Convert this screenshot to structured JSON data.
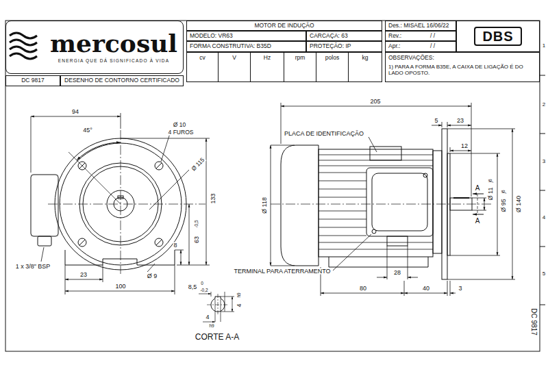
{
  "diagram": {
    "nodes": [
      {
        "text": [
          "mercosul",
          "ENERGIA QUE DÁ SIGNIFICADO À VIDA"
        ]
      },
      {
        "text": [
          "MOTOR DE INDUÇÃO"
        ]
      },
      {
        "text": [
          "MODELO: VR63"
        ]
      },
      {
        "text": [
          "CARCAÇA: 63"
        ]
      },
      {
        "text": [
          "FORMA CONSTRUTIVA: B35D"
        ]
      },
      {
        "text": [
          "PROTEÇÃO: IP"
        ]
      },
      {
        "text": [
          "cv"
        ]
      },
      {
        "text": [
          "V"
        ]
      },
      {
        "text": [
          "Hz"
        ]
      },
      {
        "text": [
          "rpm"
        ]
      },
      {
        "text": [
          "polos"
        ]
      },
      {
        "text": [
          "kg"
        ]
      },
      {
        "text": [
          "Des.: MISAEL 16/06/22"
        ]
      },
      {
        "text": [
          "Rev.:",
          "/ /"
        ]
      },
      {
        "text": [
          "Apr.:",
          "/ /"
        ]
      },
      {
        "text": [
          "DBS"
        ]
      },
      {
        "text": [
          "OBSERVAÇÕES:",
          "1) PARA A FORMA B35E, A CAIXA DE LIGAÇÃO É DO LADO OPOSTO."
        ]
      },
      {
        "text": [
          "DC 9817"
        ]
      },
      {
        "text": [
          "DESENHO DE CONTORNO CERTIFICADO"
        ]
      }
    ],
    "labels": [
      "94",
      "45°",
      "Ø 10",
      "4 FUROS",
      "Ø 115",
      "133",
      "63",
      "-0,5",
      "8",
      "1 x 3/8\" BSP",
      "23",
      "Ø 9",
      "100",
      "8,5",
      "0",
      "-0,2",
      "4",
      "h9",
      "4",
      "h9",
      "CORTE A-A",
      "205",
      "5",
      "23",
      "12",
      "PLACA DE IDENTIFICAÇÃO",
      "Ø 118",
      "A",
      "Ø 11",
      "j6",
      "Ø 95",
      "j6",
      "A",
      "Ø 140",
      "TERMINAL PARA ATERRAMENTO",
      "28",
      "80",
      "40",
      "3",
      "1",
      "2",
      "3",
      "4",
      "5",
      "DC 9817"
    ]
  }
}
